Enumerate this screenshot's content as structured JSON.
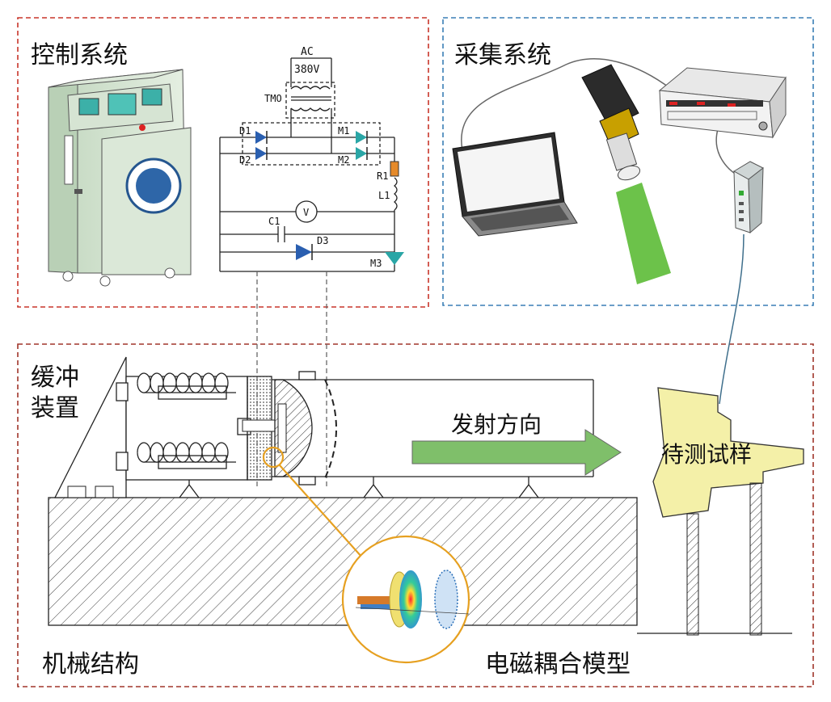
{
  "sections": {
    "control": "控制系统",
    "acquisition": "采集系统",
    "buffer_line1": "缓冲",
    "buffer_line2": "装置",
    "mechanical": "机械结构",
    "em_model": "电磁耦合模型"
  },
  "labels": {
    "direction": "发射方向",
    "specimen": "待测试样"
  },
  "circuit": {
    "ac": "AC",
    "voltage": "380V",
    "transformer": "TMO",
    "d1": "D1",
    "d2": "D2",
    "m1": "M1",
    "m2": "M2",
    "r1": "R1",
    "l1": "L1",
    "c1": "C1",
    "d3": "D3",
    "m3": "M3",
    "meter": "V"
  },
  "colors": {
    "control_border": "#c8352a",
    "acquisition_border": "#3a7fb5",
    "mechanical_border": "#a0352a",
    "arrow_fill": "#7fbf6a",
    "specimen_fill": "#f4f0a8",
    "laser_beam": "#6cc24a",
    "diode_blue": "#2a5fb0",
    "thyristor_teal": "#2aa6a6"
  },
  "icons": [
    "control-cabinet-icon",
    "laptop-icon",
    "high-speed-camera-icon",
    "data-acquisition-unit-icon",
    "sensor-module-icon"
  ]
}
